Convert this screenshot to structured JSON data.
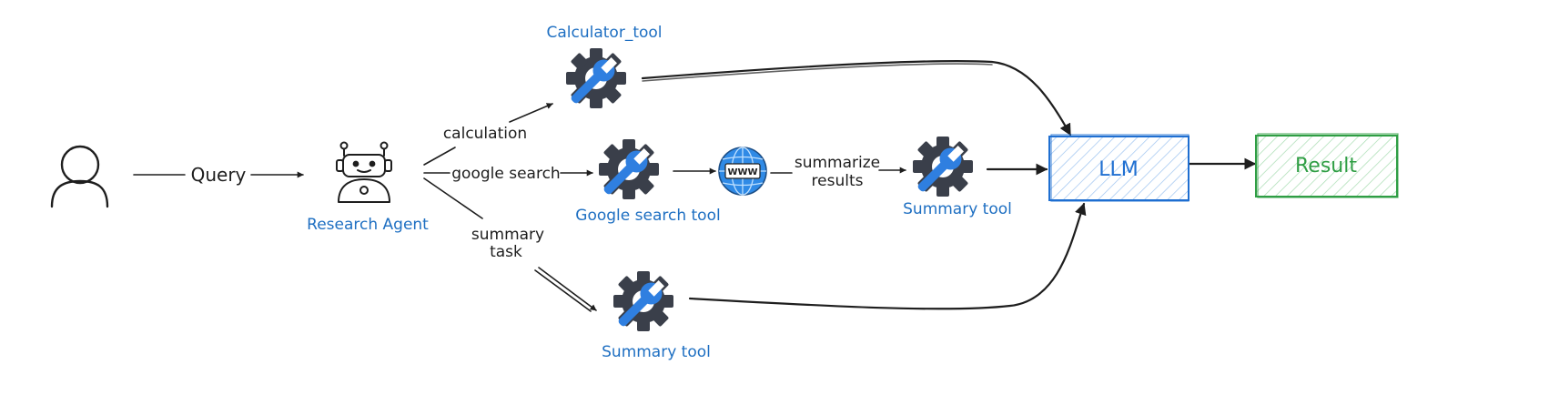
{
  "nodes": {
    "user": {},
    "research_agent": {
      "label": "Research Agent"
    },
    "calculator_tool": {
      "label": "Calculator_tool"
    },
    "google_search_tool": {
      "label": "Google search tool"
    },
    "web": {
      "text": "WWW"
    },
    "summary_tool_top": {
      "label": "Summary tool"
    },
    "summary_tool_bottom": {
      "label": "Summary tool"
    },
    "llm": {
      "label": "LLM"
    },
    "result": {
      "label": "Result"
    }
  },
  "edges": {
    "query": "Query",
    "calculation": "calculation",
    "google_search": "google search",
    "summary_task": [
      "summary",
      "task"
    ],
    "summarize_results": [
      "summarize",
      "results"
    ]
  },
  "colors": {
    "stroke": "#1e1e1e",
    "label_blue": "#1e6fc2",
    "gear": "#3a3f4a",
    "wrench": "#2f7fe0",
    "llm_stroke": "#1f6fd1",
    "llm_hatch": "#9cc3f0",
    "result_stroke": "#2f9e44",
    "result_hatch": "#a6dcb0"
  },
  "icons": {
    "user": "person-outline-icon",
    "agent": "robot-icon",
    "tool": "gear-wrench-icon",
    "web": "globe-www-icon"
  }
}
